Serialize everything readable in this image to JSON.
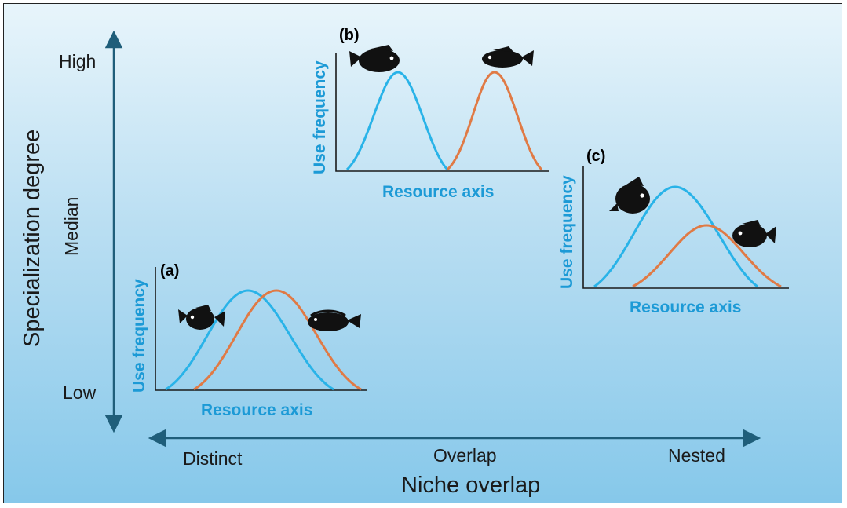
{
  "y_axis": {
    "title": "Specialization degree",
    "ticks": [
      "High",
      "Median",
      "Low"
    ]
  },
  "x_axis": {
    "title": "Niche overlap",
    "ticks": [
      "Distinct",
      "Overlap",
      "Nested"
    ]
  },
  "panels": [
    {
      "tag": "(a)",
      "xlabel": "Resource axis",
      "ylabel": "Use frequency",
      "fish": [
        "fish-icon",
        "flatfish-icon"
      ]
    },
    {
      "tag": "(b)",
      "xlabel": "Resource axis",
      "ylabel": "Use frequency",
      "fish": [
        "fish-icon",
        "fish-icon"
      ]
    },
    {
      "tag": "(c)",
      "xlabel": "Resource axis",
      "ylabel": "Use frequency",
      "fish": [
        "fish-icon",
        "fish-icon"
      ]
    }
  ],
  "colors": {
    "axis": "#1f5e7a",
    "blue_curve": "#29b3e8",
    "orange_curve": "#e07a45",
    "label_blue": "#1c9ad6"
  }
}
